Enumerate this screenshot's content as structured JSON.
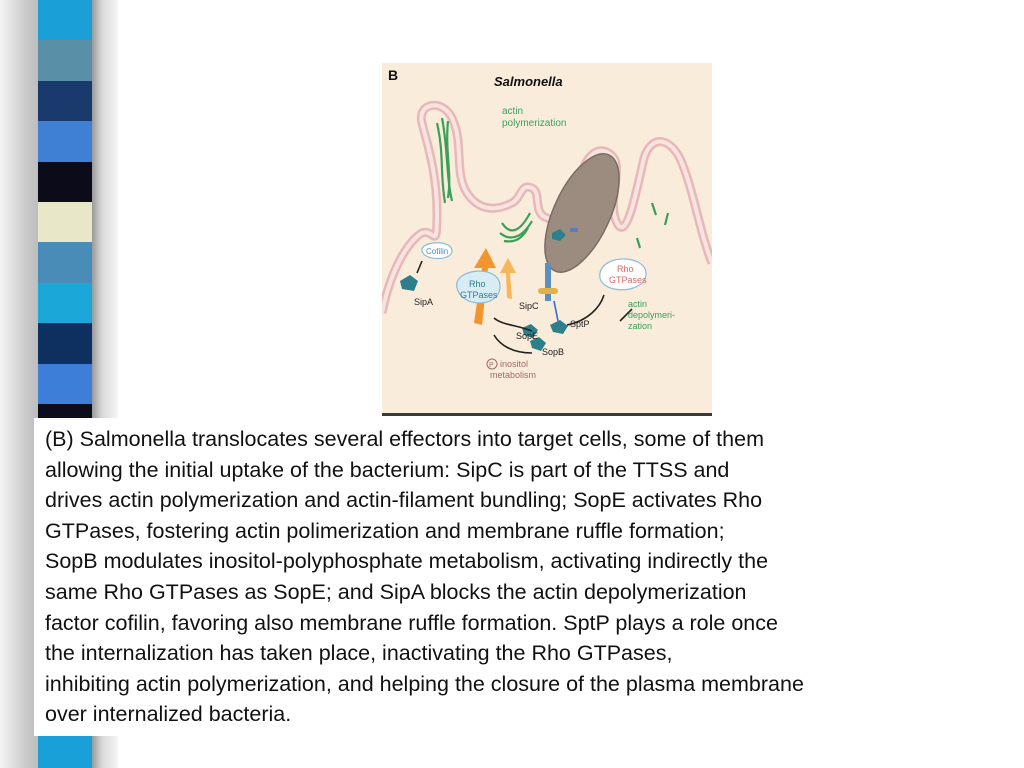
{
  "slide": {
    "stripe_colors": [
      "#1aa0d6",
      "#5a8fa8",
      "#1a3a6e",
      "#3f7fd4",
      "#0b0b1a",
      "#e8e8c8",
      "#4a8cb8",
      "#1ba8d8",
      "#0d3060",
      "#3d7fd8",
      "#0c0c1c",
      "#e8e8c6",
      "#1a3a70",
      "#56a0c8",
      "#eaeac8",
      "#0c0c1a",
      "#2f78d0",
      "#0d2a5c",
      "#1aa0d8"
    ],
    "figure": {
      "panel_letter": "B",
      "title": "Salmonella",
      "labels": {
        "actin_polymerization_1": "actin",
        "actin_polymerization_2": "polymerization",
        "cofilin": "Cofilin",
        "sipa": "SipA",
        "rho_left_1": "Rho",
        "rho_left_2": "GTPases",
        "sipc": "SipC",
        "rho_right_1": "Rho",
        "rho_right_2": "GTPases",
        "sptp": "SptP",
        "depoly_1": "actin",
        "depoly_2": "depolymeri-",
        "depoly_3": "zation",
        "sope": "SopE",
        "sopb": "SopB",
        "inositol_1": "inositol",
        "inositol_2": "metabolism",
        "phospho_symbol": "P"
      },
      "colors": {
        "background": "#f9ecda",
        "membrane": "#d9a8a8",
        "actin": "#3aa05a",
        "bacterium": "#9c8c80",
        "effector": "#2e7f8c",
        "label_green": "#3aa05a",
        "label_red": "#d96a6a",
        "arrow_orange": "#f2952e"
      }
    },
    "caption_lines": [
      "(B) Salmonella translocates several effectors into target cells, some of them",
      "allowing the initial uptake of the bacterium: SipC is part of the TTSS and",
      "drives actin polymerization and actin-filament bundling; SopE activates Rho",
      "GTPases, fostering actin polimerization and membrane ruffle formation;",
      "SopB modulates inositol-polyphosphate metabolism, activating indirectly the",
      "same Rho GTPases as SopE; and SipA blocks the actin depolymerization",
      "factor cofilin, favoring also membrane ruffle formation. SptP plays a role once",
      "the internalization has taken place, inactivating the Rho GTPases,",
      "inhibiting actin polymerization, and helping the closure of the plasma membrane",
      "over internalized bacteria."
    ]
  }
}
